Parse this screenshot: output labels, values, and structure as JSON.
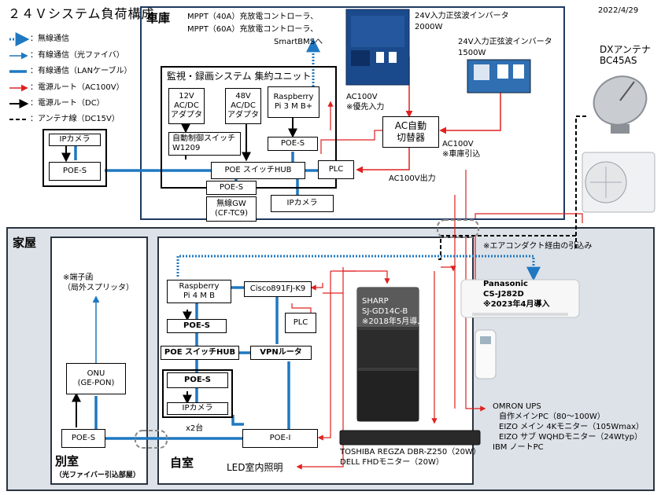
{
  "title": "２４Ｖシステム負荷構成",
  "date": "2022/4/29",
  "legend": [
    {
      "label": "：無線通信",
      "color": "#1f78c1",
      "style": "dotted"
    },
    {
      "label": "：有線通信（光ファイバ）",
      "color": "#1f78c1",
      "style": "thin"
    },
    {
      "label": "：有線通信（LANケーブル）",
      "color": "#1f78c1",
      "style": "thick"
    },
    {
      "label": "：電源ルート（AC100V）",
      "color": "#e02020",
      "style": "arrow"
    },
    {
      "label": "：電源ルート（DC）",
      "color": "#000000",
      "style": "arrow"
    },
    {
      "label": "：アンテナ線（DC15V）",
      "color": "#000000",
      "style": "dashed"
    }
  ],
  "garage": {
    "label": "車庫",
    "mppt": [
      "MPPT（40A）充放電コントローラ、",
      "MPPT（60A）充放電コントローラ、",
      "SmartBMSへ"
    ],
    "inverter1": [
      "24V入力正弦波インバータ",
      "2000W"
    ],
    "inverter2": [
      "24V入力正弦波インバータ",
      "1500W"
    ],
    "ac_in_priority": [
      "AC100V",
      "※優先入力"
    ],
    "ac_switch": [
      "AC自動",
      "切替器"
    ],
    "ac_garage": [
      "AC100V",
      "※車庫引込"
    ],
    "ac_out": "AC100V出力",
    "unit_title": "監視・録画システム 集約ユニット",
    "psu12": [
      "12V",
      "AC/DC",
      "アダプタ"
    ],
    "psu48": [
      "48V",
      "AC/DC",
      "アダプタ"
    ],
    "rpi": [
      "Raspberry",
      "Pi 3 M B+"
    ],
    "poe_s_inner": "POE-S",
    "auto_switch": [
      "自動制御スイッチ",
      "W1209"
    ],
    "poe_hub": "POE スイッチHUB",
    "plc": "PLC",
    "poe_s_bottom": "POE-S",
    "wireless_gw": [
      "無線GW",
      "(CF-TC9)"
    ],
    "ipcam_right": "IPカメラ",
    "ipcam_left": "IPカメラ",
    "poe_s_left": "POE-S"
  },
  "antenna": [
    "DXアンテナ",
    "BC45AS"
  ],
  "house": {
    "label": "家屋",
    "aircon_note": "※エアコンダクト経由の引込み",
    "aircon": [
      "Panasonic",
      "CS-J282D",
      "※2023年4月導入"
    ],
    "annex": {
      "label": "別室",
      "sublabel": "（光ファイバー引込部屋）",
      "terminal": [
        "※端子函",
        "（局外スプリッタ）"
      ],
      "onu": [
        "ONU",
        "(GE-PON)"
      ],
      "poe_s": "POE-S"
    },
    "room": {
      "label": "自室",
      "rpi": [
        "Raspberry",
        "Pi 4 M B"
      ],
      "cisco": "Cisco891FJ-K9",
      "poe_s": "POE-S",
      "plc": "PLC",
      "poe_hub": "POE スイッチHUB",
      "vpn": "VPNルータ",
      "poe_s2": "POE-S",
      "ipcam": "IPカメラ",
      "x2": "x2台",
      "poe_i": "POE-I",
      "fridge": [
        "SHARP",
        "SJ-GD14C-B",
        "※2018年5月導入"
      ],
      "led": "LED室内照明",
      "recorder": [
        "TOSHIBA REGZA DBR-Z250（20W）",
        "DELL FHDモニター（20W）"
      ],
      "ups": [
        "OMRON UPS",
        "自作メインPC（80～100W）",
        "EIZO メイン 4Kモニター（105Wmax）",
        "EIZO サブ WQHDモニター（24Wtyp）",
        "IBM ノートPC"
      ]
    }
  }
}
